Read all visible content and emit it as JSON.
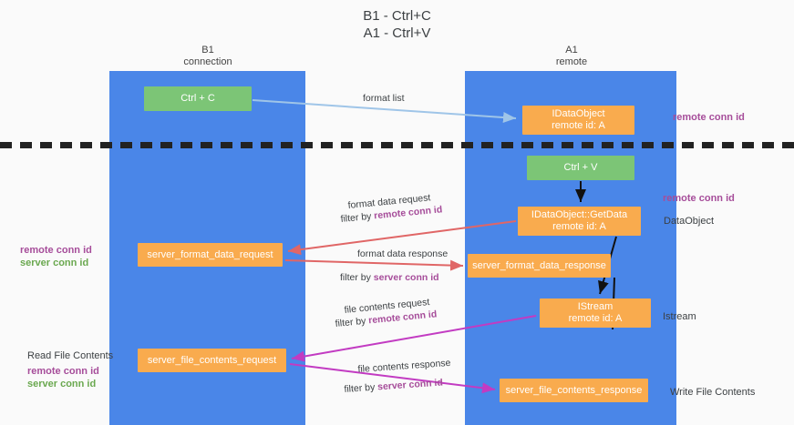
{
  "title": {
    "line1": "B1 - Ctrl+C",
    "line2": "A1 - Ctrl+V"
  },
  "lanes": [
    {
      "name": "B1",
      "sublabel": "connection",
      "color": "#4a86e8"
    },
    {
      "name": "A1",
      "sublabel": "remote",
      "color": "#4a86e8"
    }
  ],
  "colors": {
    "lane": "#4a86e8",
    "green_node": "#7cc576",
    "orange_node": "#f9ab4e",
    "remote_conn_id": "#a64d9a",
    "server_conn_id": "#6aa84f",
    "arrow_blue": "#9fc5e8",
    "arrow_red": "#e06666",
    "arrow_magenta": "#c23bc2",
    "arrow_black": "#000000",
    "separator": "#222222",
    "background": "#fafafa"
  },
  "nodes": {
    "ctrl_c": {
      "label": "Ctrl + C",
      "style": "green"
    },
    "idataobject": {
      "label": "IDataObject",
      "sub": "remote id: A",
      "style": "orange"
    },
    "ctrl_v": {
      "label": "Ctrl + V",
      "style": "green"
    },
    "getdata": {
      "label": "IDataObject::GetData",
      "sub": "remote id: A",
      "style": "orange"
    },
    "server_format_data_request": {
      "label": "server_format_data_request",
      "style": "orange"
    },
    "server_format_data_response": {
      "label": "server_format_data_response",
      "style": "orange"
    },
    "istream": {
      "label": "IStream",
      "sub": "remote id: A",
      "style": "orange"
    },
    "server_file_contents_request": {
      "label": "server_file_contents_request",
      "style": "orange"
    },
    "server_file_contents_response": {
      "label": "server_file_contents_response",
      "style": "orange"
    }
  },
  "edge_labels": {
    "format_list": "format list",
    "format_data_request": "format data request",
    "format_data_request_filter_prefix": "filter by ",
    "format_data_request_filter_key": "remote conn id",
    "format_data_response": "format data response",
    "format_data_response_filter_prefix": "filter by ",
    "format_data_response_filter_key": "server conn id",
    "file_contents_request": "file contents request",
    "file_contents_request_filter_prefix": "filter by ",
    "file_contents_request_filter_key": "remote conn id",
    "file_contents_response": "file contents response",
    "file_contents_response_filter_prefix": "filter by ",
    "file_contents_response_filter_key": "server conn id"
  },
  "annotations": {
    "right_remote_conn_id_top": "remote conn id",
    "right_remote_conn_id_mid": "remote conn id",
    "right_dataobject": "DataObject",
    "right_istream": "Istream",
    "right_write_file_contents": "Write File Contents",
    "left_read_file_contents": "Read File Contents",
    "left_remote_conn_id_1": "remote conn id",
    "left_server_conn_id_1": "server conn id",
    "left_remote_conn_id_2": "remote conn id",
    "left_server_conn_id_2": "server conn id"
  }
}
